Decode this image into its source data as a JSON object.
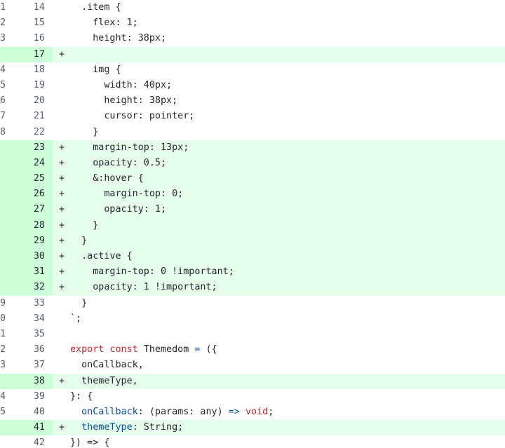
{
  "diff": {
    "colors": {
      "added_bg": "#e6ffec",
      "added_gutter": "#ccffd8",
      "keyword": "#cf222e",
      "text": "#0a3069",
      "property": "#0550ae"
    },
    "lines": [
      {
        "type": "context",
        "old": "1",
        "new": "14",
        "marker": "",
        "segments": [
          {
            "t": "  .item {",
            "c": "pl"
          }
        ]
      },
      {
        "type": "context",
        "old": "2",
        "new": "15",
        "marker": "",
        "segments": [
          {
            "t": "    flex: 1;",
            "c": "pl"
          }
        ]
      },
      {
        "type": "context",
        "old": "3",
        "new": "16",
        "marker": "",
        "segments": [
          {
            "t": "    height: 38px;",
            "c": "pl"
          }
        ]
      },
      {
        "type": "add",
        "old": "",
        "new": "17",
        "marker": "+",
        "segments": []
      },
      {
        "type": "context",
        "old": "4",
        "new": "18",
        "marker": "",
        "segments": [
          {
            "t": "    img {",
            "c": "pl"
          }
        ]
      },
      {
        "type": "context",
        "old": "5",
        "new": "19",
        "marker": "",
        "segments": [
          {
            "t": "      width: 40px;",
            "c": "pl"
          }
        ]
      },
      {
        "type": "context",
        "old": "6",
        "new": "20",
        "marker": "",
        "segments": [
          {
            "t": "      height: 38px;",
            "c": "pl"
          }
        ]
      },
      {
        "type": "context",
        "old": "7",
        "new": "21",
        "marker": "",
        "segments": [
          {
            "t": "      cursor: pointer;",
            "c": "pl"
          }
        ]
      },
      {
        "type": "context",
        "old": "8",
        "new": "22",
        "marker": "",
        "segments": [
          {
            "t": "    }",
            "c": "pl"
          }
        ]
      },
      {
        "type": "add",
        "old": "",
        "new": "23",
        "marker": "+",
        "segments": [
          {
            "t": "    margin-top: 13px;",
            "c": "pl"
          }
        ]
      },
      {
        "type": "add",
        "old": "",
        "new": "24",
        "marker": "+",
        "segments": [
          {
            "t": "    opacity: 0.5;",
            "c": "pl"
          }
        ]
      },
      {
        "type": "add",
        "old": "",
        "new": "25",
        "marker": "+",
        "segments": [
          {
            "t": "    &:hover {",
            "c": "pl"
          }
        ]
      },
      {
        "type": "add",
        "old": "",
        "new": "26",
        "marker": "+",
        "segments": [
          {
            "t": "      margin-top: 0;",
            "c": "pl"
          }
        ]
      },
      {
        "type": "add",
        "old": "",
        "new": "27",
        "marker": "+",
        "segments": [
          {
            "t": "      opacity: 1;",
            "c": "pl"
          }
        ]
      },
      {
        "type": "add",
        "old": "",
        "new": "28",
        "marker": "+",
        "segments": [
          {
            "t": "    }",
            "c": "pl"
          }
        ]
      },
      {
        "type": "add",
        "old": "",
        "new": "29",
        "marker": "+",
        "segments": [
          {
            "t": "  }",
            "c": "pl"
          }
        ]
      },
      {
        "type": "add",
        "old": "",
        "new": "30",
        "marker": "+",
        "segments": [
          {
            "t": "  .active {",
            "c": "pl"
          }
        ]
      },
      {
        "type": "add",
        "old": "",
        "new": "31",
        "marker": "+",
        "segments": [
          {
            "t": "    margin-top: 0 !important;",
            "c": "pl"
          }
        ]
      },
      {
        "type": "add",
        "old": "",
        "new": "32",
        "marker": "+",
        "segments": [
          {
            "t": "    opacity: 1 !important;",
            "c": "pl"
          }
        ]
      },
      {
        "type": "context",
        "old": "9",
        "new": "33",
        "marker": "",
        "segments": [
          {
            "t": "  }",
            "c": "pl"
          }
        ]
      },
      {
        "type": "context",
        "old": "0",
        "new": "34",
        "marker": "",
        "segments": [
          {
            "t": "`;",
            "c": "pl"
          }
        ]
      },
      {
        "type": "context",
        "old": "1",
        "new": "35",
        "marker": "",
        "segments": []
      },
      {
        "type": "context",
        "old": "2",
        "new": "36",
        "marker": "",
        "segments": [
          {
            "t": "export const ",
            "c": "kw"
          },
          {
            "t": "Themedom ",
            "c": "pl"
          },
          {
            "t": "= ",
            "c": "ty"
          },
          {
            "t": "({",
            "c": "pl"
          }
        ]
      },
      {
        "type": "context",
        "old": "3",
        "new": "37",
        "marker": "",
        "segments": [
          {
            "t": "  onCallback,",
            "c": "pl"
          }
        ]
      },
      {
        "type": "add",
        "old": "",
        "new": "38",
        "marker": "+",
        "segments": [
          {
            "t": "  themeType,",
            "c": "pl"
          }
        ]
      },
      {
        "type": "context",
        "old": "4",
        "new": "39",
        "marker": "",
        "segments": [
          {
            "t": "}: {",
            "c": "pl"
          }
        ]
      },
      {
        "type": "context",
        "old": "5",
        "new": "40",
        "marker": "",
        "segments": [
          {
            "t": "  onCallback",
            "c": "ty"
          },
          {
            "t": ": (params: any) ",
            "c": "pl"
          },
          {
            "t": "=> ",
            "c": "ty"
          },
          {
            "t": "void",
            "c": "kw"
          },
          {
            "t": ";",
            "c": "pl"
          }
        ]
      },
      {
        "type": "add",
        "old": "",
        "new": "41",
        "marker": "+",
        "segments": [
          {
            "t": "  themeType",
            "c": "ty"
          },
          {
            "t": ": String;",
            "c": "pl"
          }
        ]
      },
      {
        "type": "context",
        "old": "",
        "new": "42",
        "marker": "",
        "segments": [
          {
            "t": "}) => {",
            "c": "pl"
          }
        ]
      }
    ]
  }
}
